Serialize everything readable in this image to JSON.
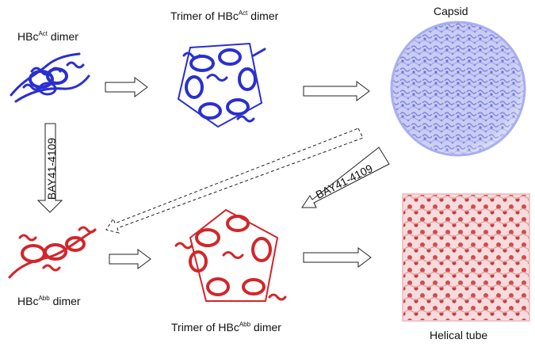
{
  "labels": {
    "act_dimer": {
      "base": "HBc",
      "sup": "Act",
      "rest": " dimer"
    },
    "act_trimer": {
      "pre": "Trimer of HBc",
      "sup": "Act",
      "rest": " dimer"
    },
    "capsid": "Capsid",
    "abb_dimer": {
      "base": "HBc",
      "sup": "Abb",
      "rest": " dimer"
    },
    "abb_trimer": {
      "pre": "Trimer of HBc",
      "sup": "Abb",
      "rest": " dimer"
    },
    "helical_tube": "Helical tube",
    "drug_vertical": "BAY41-4109",
    "drug_diagonal": "BAY41-4109"
  },
  "colors": {
    "act": "#2a2fd0",
    "abb": "#d2262a",
    "capsid": "#8f95e6",
    "tube": "#d4585c",
    "arrow_stroke": "#222222"
  }
}
